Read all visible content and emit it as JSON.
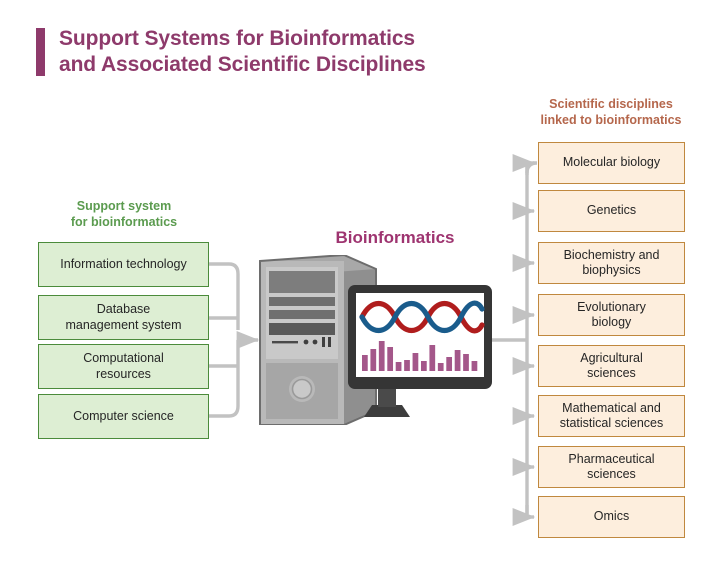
{
  "title": {
    "text": "Support Systems for Bioinformatics\nand Associated Scientific Disciplines",
    "accent_color": "#8e3a6b"
  },
  "support_section": {
    "heading": "Support system\nfor bioinformatics",
    "heading_color": "#5b9b4f",
    "box_fill": "#ddeed3",
    "box_border": "#4b8b3b",
    "items": [
      {
        "label": "Information technology"
      },
      {
        "label": "Database\nmanagement system"
      },
      {
        "label": "Computational\nresources"
      },
      {
        "label": "Computer science"
      }
    ]
  },
  "center": {
    "label": "Bioinformatics",
    "label_color": "#9e3470",
    "illustration": {
      "tower_icon": "desktop-tower-icon",
      "monitor_icon": "monitor-icon",
      "screen_content": {
        "dna_icon": "dna-helix-icon",
        "dna_strand_colors": [
          "#b01d1d",
          "#1a5c8c"
        ],
        "bar_chart_icon": "bar-chart-icon",
        "bar_color": "#a4578a",
        "bar_heights": [
          16,
          22,
          30,
          24,
          9,
          11,
          18,
          10,
          26,
          8,
          14,
          21,
          17,
          10
        ]
      }
    }
  },
  "disciplines_section": {
    "heading": "Scientific disciplines\nlinked to bioinformatics",
    "heading_color": "#b5674c",
    "box_fill": "#fdeedd",
    "box_border": "#c0883e",
    "items": [
      {
        "label": "Molecular biology"
      },
      {
        "label": "Genetics"
      },
      {
        "label": "Biochemistry and\nbiophysics"
      },
      {
        "label": "Evolutionary\nbiology"
      },
      {
        "label": "Agricultural\nsciences"
      },
      {
        "label": "Mathematical and\nstatistical sciences"
      },
      {
        "label": "Pharmaceutical\nsciences"
      },
      {
        "label": "Omics"
      }
    ]
  },
  "connectors": {
    "line_color": "#c2c2c2",
    "arrow_icon": "arrow-right-icon"
  }
}
